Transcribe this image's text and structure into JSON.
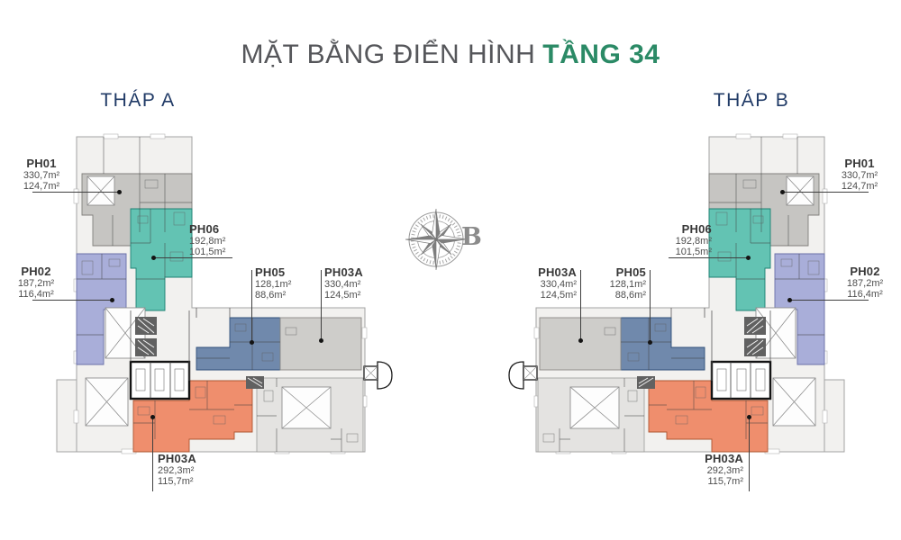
{
  "title": {
    "prefix": "MẶT BẰNG ĐIỂN HÌNH",
    "highlight": "TẦNG 34"
  },
  "compass": {
    "north_label": "B"
  },
  "towers": [
    {
      "name": "THÁP A",
      "units": [
        {
          "code": "PH01",
          "area_total": "330,7m²",
          "area_net": "124,7m²"
        },
        {
          "code": "PH02",
          "area_total": "187,2m²",
          "area_net": "116,4m²"
        },
        {
          "code": "PH06",
          "area_total": "192,8m²",
          "area_net": "101,5m²"
        },
        {
          "code": "PH05",
          "area_total": "128,1m²",
          "area_net": "88,6m²"
        },
        {
          "code": "PH03A",
          "area_total": "330,4m²",
          "area_net": "124,5m²"
        },
        {
          "code": "PH03A",
          "area_total": "292,3m²",
          "area_net": "115,7m²"
        }
      ]
    },
    {
      "name": "THÁP B",
      "units": [
        {
          "code": "PH01",
          "area_total": "330,7m²",
          "area_net": "124,7m²"
        },
        {
          "code": "PH02",
          "area_total": "187,2m²",
          "area_net": "116,4m²"
        },
        {
          "code": "PH06",
          "area_total": "192,8m²",
          "area_net": "101,5m²"
        },
        {
          "code": "PH05",
          "area_total": "128,1m²",
          "area_net": "88,6m²"
        },
        {
          "code": "PH03A",
          "area_total": "330,4m²",
          "area_net": "124,5m²"
        },
        {
          "code": "PH03A",
          "area_total": "292,3m²",
          "area_net": "115,7m²"
        }
      ]
    }
  ],
  "colors": {
    "title_text": "#55565a",
    "title_accent": "#2b8a66",
    "tower_name": "#203a66",
    "compass": "#8b8b8b",
    "ph01": "#c6c5c2",
    "ph02": "#a9aed9",
    "ph06": "#63c3b3",
    "ph05": "#7089ac",
    "ph03a_side": "#cecdca",
    "ph03a_bottom": "#ef8e6d"
  }
}
